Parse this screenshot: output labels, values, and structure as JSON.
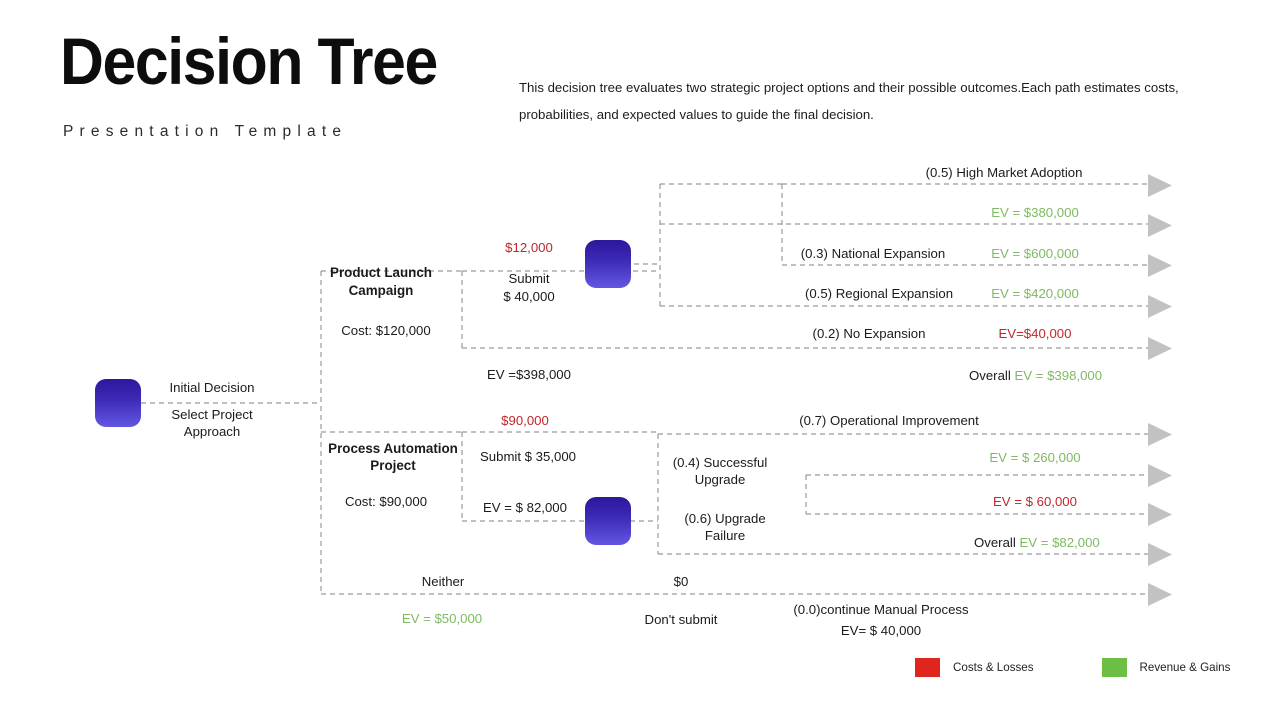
{
  "header": {
    "title": "Decision Tree",
    "subtitle": "Presentation Template",
    "intro": "This decision tree evaluates two strategic project options and their possible outcomes.Each path estimates costs, probabilities, and expected values to guide the final decision."
  },
  "root": {
    "label_top": "Initial Decision",
    "label_bottom_line1": "Select Project",
    "label_bottom_line2": "Approach"
  },
  "branches": {
    "product_launch": {
      "name_line1": "Product Launch",
      "name_line2": "Campaign",
      "cost": "Cost: $120,000",
      "fee": "$12,000",
      "submit_line1": "Submit",
      "submit_line2": "$ 40,000",
      "ev": "EV =$398,000",
      "outcomes": [
        {
          "label": "(0.5) High Market Adoption",
          "ev": "",
          "ev_color": "green"
        },
        {
          "label": "",
          "ev": "EV = $380,000",
          "ev_color": "green"
        },
        {
          "label": "(0.3) National Expansion",
          "ev": "EV = $600,000",
          "ev_color": "green"
        },
        {
          "label": "(0.5) Regional Expansion",
          "ev": "EV = $420,000",
          "ev_color": "green"
        },
        {
          "label": "(0.2) No Expansion",
          "ev": "EV=$40,000",
          "ev_color": "red"
        }
      ],
      "overall_prefix": "Overall",
      "overall_ev": "EV = $398,000"
    },
    "process_automation": {
      "name_line1": "Process Automation",
      "name_line2": "Project",
      "cost": "Cost: $90,000",
      "fee": "$90,000",
      "submit": "Submit $ 35,000",
      "ev": "EV = $ 82,000",
      "outcomes": [
        {
          "label": "(0.7) Operational Improvement",
          "ev": "",
          "ev_color": "green"
        },
        {
          "label_line1": "(0.4) Successful",
          "label_line2": "Upgrade",
          "ev": "EV = $ 260,000",
          "ev_color": "green"
        },
        {
          "label_line1": "(0.6) Upgrade",
          "label_line2": "Failure",
          "ev": "EV = $ 60,000",
          "ev_color": "red"
        }
      ],
      "overall_prefix": "Overall",
      "overall_ev": "EV = $82,000"
    },
    "neither": {
      "label": "Neither",
      "ev": "EV = $50,000",
      "amount": "$0",
      "action": "Don't submit",
      "outcome_line1": "(0.0)continue Manual Process",
      "outcome_line2": "EV= $ 40,000"
    }
  },
  "legend": {
    "items": [
      {
        "label": "Costs & Losses",
        "color": "#e0261c"
      },
      {
        "label": "Revenue & Gains",
        "color": "#6cbe45"
      }
    ]
  },
  "style": {
    "line_color": "#9a9a9a",
    "arrow_color": "#c2c2c2"
  }
}
